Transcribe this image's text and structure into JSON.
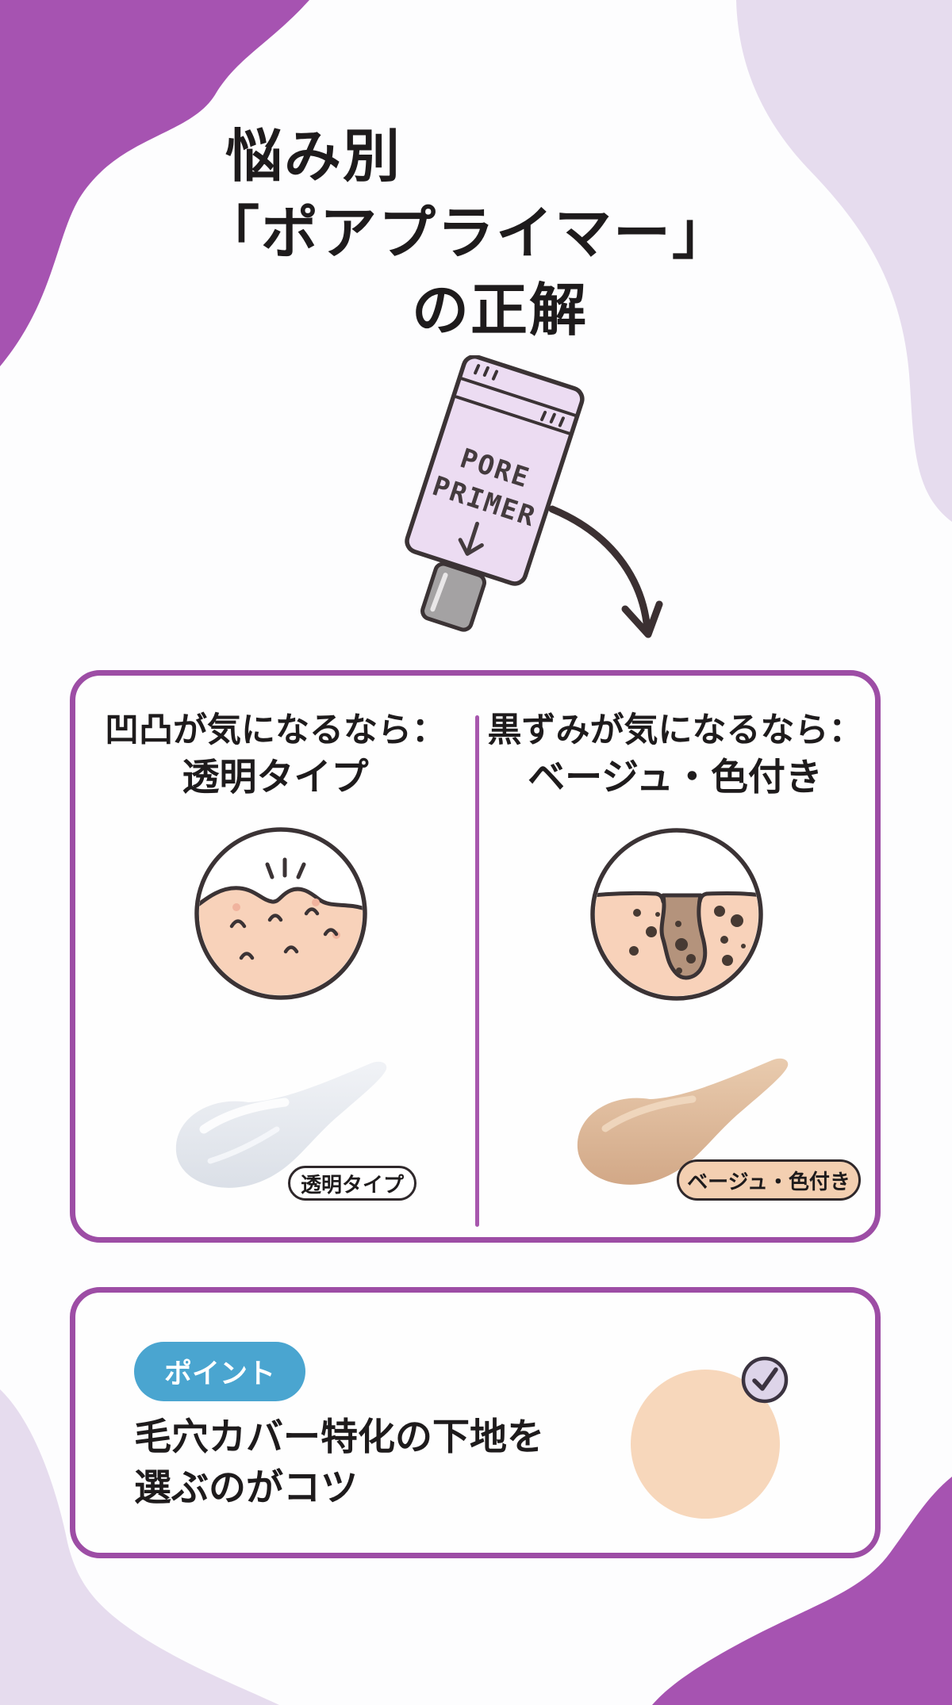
{
  "title": {
    "line1": "悩み別",
    "line2": "「ポアプライマー」",
    "line3": "の正解"
  },
  "tube": {
    "line1": "PORE",
    "line2": "PRIMER"
  },
  "comparison_card": {
    "left": {
      "heading_line1": "凹凸が気になるなら：",
      "heading_line2": "透明タイプ",
      "tag": "透明タイプ"
    },
    "right": {
      "heading_line1": "黒ずみが気になるなら：",
      "heading_line2": "ベージュ・色付き",
      "tag": "ベージュ・色付き"
    }
  },
  "point_card": {
    "badge": "ポイント",
    "line1": "毛穴カバー特化の下地を",
    "line2": "選ぶのがコツ"
  },
  "icons": [
    "pore-primer-tube-icon",
    "down-arrow-icon",
    "curved-arrow-icon",
    "bumpy-skin-icon",
    "clogged-pore-icon",
    "clear-smear-icon",
    "beige-smear-icon",
    "check-circle-icon"
  ],
  "colors": {
    "accent_purple": "#a653b1",
    "lavender_blob": "#e6dcee",
    "card_border": "#9d4da5",
    "divider_purple": "#a757ad",
    "badge_blue": "#4aa5d0",
    "ink": "#1e1b1c",
    "outline_dark": "#3b3335",
    "tube_lavender": "#ecdcf2",
    "cap_gray": "#a4a2a3",
    "skin": "#f8d2ba",
    "pore_funnel_brown": "#b4937c",
    "blackhead_dot": "#473a33",
    "gel_smear": "#e2e6ec",
    "beige_smear": "#dcb294",
    "beige_tag_bg": "#f3cfb1",
    "beige_circle": "#f7d7bb",
    "check_fill": "#ddd4e9"
  }
}
